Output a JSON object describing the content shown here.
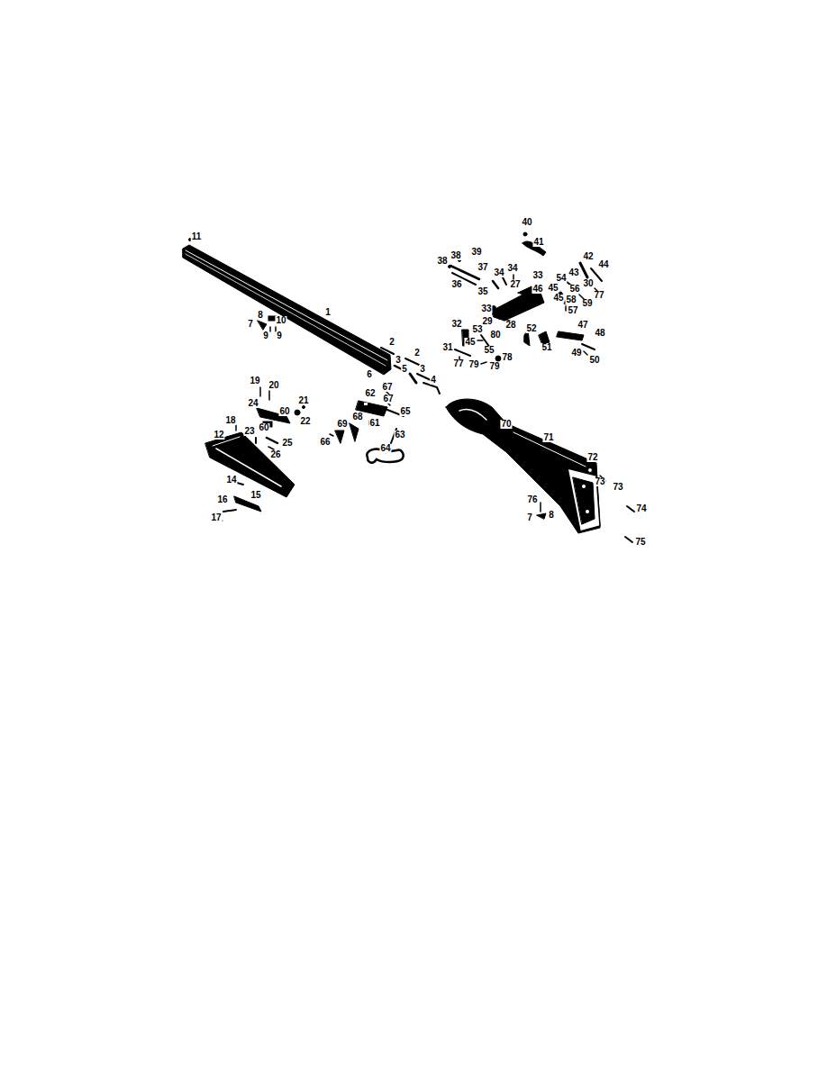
{
  "diagram": {
    "labels": [
      "11",
      "40",
      "41",
      "39",
      "38",
      "38",
      "37",
      "34",
      "34",
      "33",
      "42",
      "44",
      "43",
      "54",
      "36",
      "27",
      "45",
      "56",
      "30",
      "35",
      "46",
      "45",
      "58",
      "59",
      "77",
      "57",
      "1",
      "8",
      "10",
      "7",
      "9",
      "9",
      "33",
      "29",
      "28",
      "32",
      "53",
      "80",
      "52",
      "47",
      "48",
      "45",
      "31",
      "55",
      "51",
      "78",
      "2",
      "2",
      "3",
      "3",
      "5",
      "4",
      "6",
      "77",
      "79",
      "79",
      "49",
      "50",
      "19",
      "20",
      "67",
      "67",
      "62",
      "21",
      "24",
      "60",
      "22",
      "65",
      "69",
      "68",
      "61",
      "18",
      "23",
      "60",
      "66",
      "63",
      "12",
      "25",
      "26",
      "64",
      "70",
      "71",
      "72",
      "73",
      "73",
      "14",
      "16",
      "15",
      "17",
      "76",
      "7",
      "8",
      "74",
      "75"
    ]
  }
}
